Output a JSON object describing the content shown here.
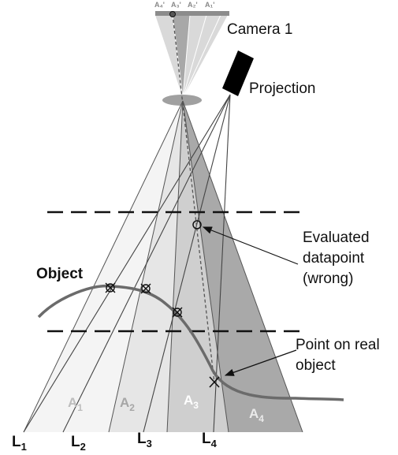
{
  "camera": {
    "label": "Camera 1",
    "sensor_labels": {
      "a4": "A₄'",
      "a3": "A₃'",
      "a2": "A₂'",
      "a1": "A₁'"
    }
  },
  "projection": {
    "label": "Projection"
  },
  "object": {
    "label": "Object"
  },
  "annotations": {
    "evaluated_line1": "Evaluated",
    "evaluated_line2": "datapoint",
    "evaluated_line3": "(wrong)",
    "point_line1": "Point on real",
    "point_line2": "object"
  },
  "regions": {
    "a1": "A",
    "a1_sub": "1",
    "a2": "A",
    "a2_sub": "2",
    "a3": "A",
    "a3_sub": "3",
    "a4": "A",
    "a4_sub": "4"
  },
  "lines": {
    "l1": "L",
    "l1_sub": "1",
    "l2": "L",
    "l2_sub": "2",
    "l3": "L",
    "l3_sub": "3",
    "l4": "L",
    "l4_sub": "4"
  },
  "colors": {
    "a1_fill": "#f4f4f4",
    "a2_fill": "#e6e6e6",
    "a3_fill": "#cfcfcf",
    "a4_fill": "#a9a9a9",
    "curve": "#6b6b6b",
    "lens": "#a0a0a0",
    "projector": "#000000"
  }
}
